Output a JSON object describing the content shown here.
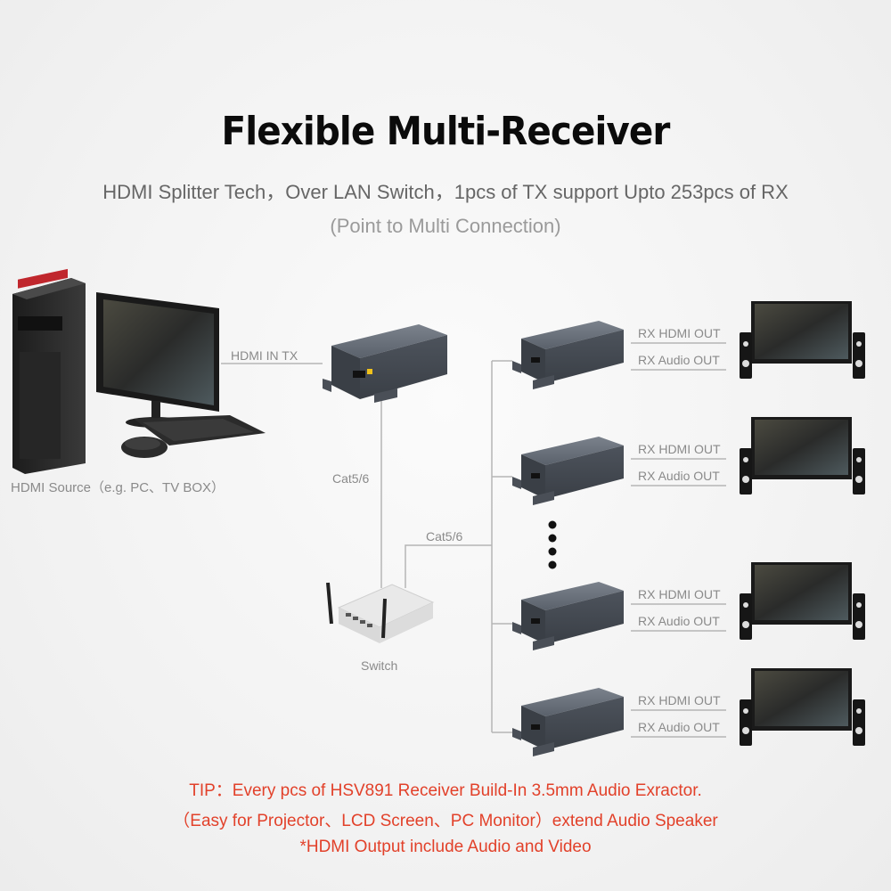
{
  "title": "Flexible Multi-Receiver",
  "subtitle": "HDMI Splitter Tech，Over LAN Switch，1pcs of TX support Upto 253pcs of RX",
  "subtitle2": "(Point to Multi Connection)",
  "labels": {
    "hdmi_in_tx": "HDMI IN TX",
    "source": "HDMI Source（e.g. PC、TV BOX）",
    "cat_left": "Cat5/6",
    "cat_mid": "Cat5/6",
    "switch": "Switch"
  },
  "receivers": [
    {
      "hdmi_out": "RX HDMI OUT",
      "audio_out": "RX Audio OUT"
    },
    {
      "hdmi_out": "RX HDMI OUT",
      "audio_out": "RX Audio OUT"
    },
    {
      "hdmi_out": "RX HDMI OUT",
      "audio_out": "RX Audio OUT"
    },
    {
      "hdmi_out": "RX HDMI OUT",
      "audio_out": "RX Audio OUT"
    }
  ],
  "tips": {
    "line1": "TIP：Every pcs of HSV891 Receiver Build-In 3.5mm Audio Exractor.",
    "line2": "（Easy for Projector、LCD Screen、PC Monitor）extend Audio Speaker",
    "line3": "*HDMI Output include Audio and Video"
  },
  "colors": {
    "tip": "#e2412a",
    "device_body": "#5f6670",
    "line": "#b5b5b5"
  }
}
